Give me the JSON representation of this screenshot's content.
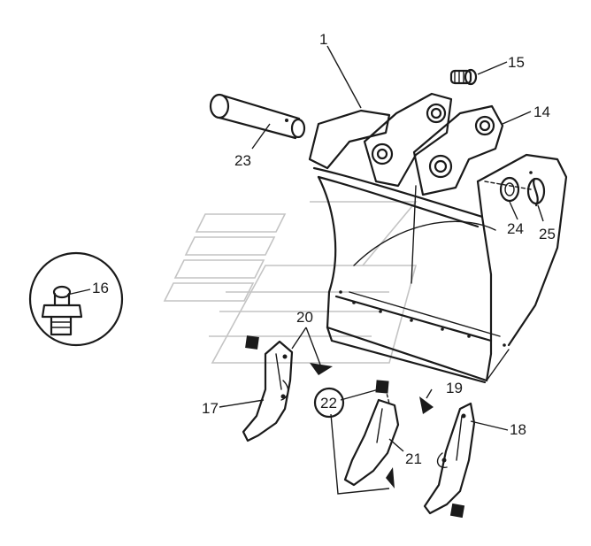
{
  "callouts": {
    "c1": "1",
    "c14": "14",
    "c15": "15",
    "c16": "16",
    "c17": "17",
    "c18": "18",
    "c19": "19",
    "c20": "20",
    "c21": "21",
    "c22": "22",
    "c23": "23",
    "c24": "24",
    "c25": "25"
  },
  "colors": {
    "ink": "#1a1a1a",
    "watermark": "#c4c4c4",
    "background": "#ffffff"
  }
}
